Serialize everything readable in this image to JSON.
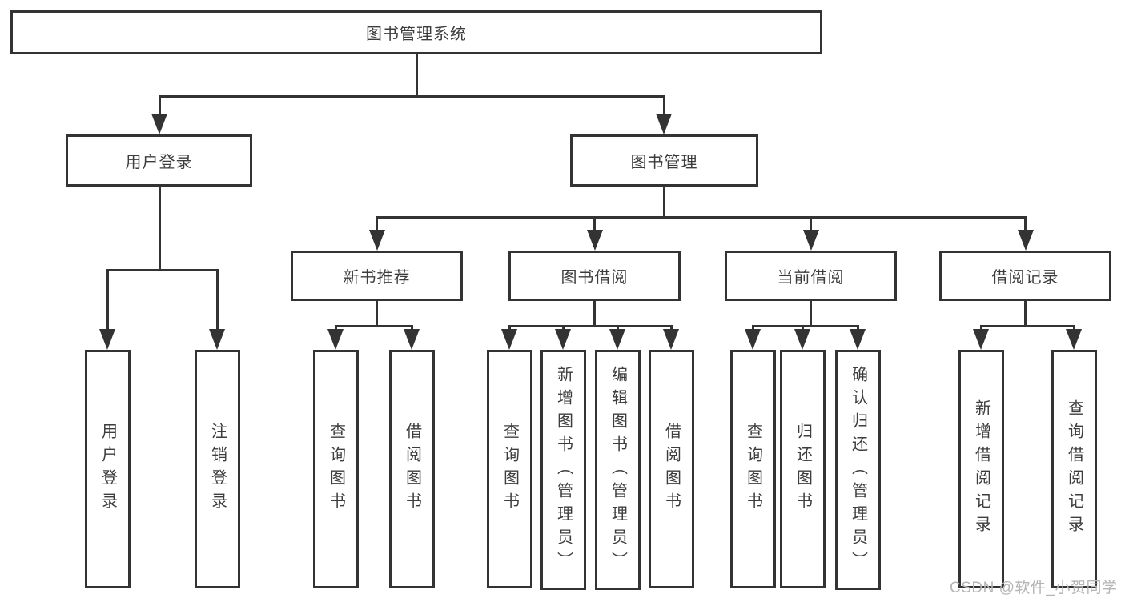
{
  "diagram": {
    "title": "图书管理系统",
    "root": {
      "label": "图书管理系统"
    },
    "level2": {
      "user_login": {
        "label": "用户登录"
      },
      "book_mgmt": {
        "label": "图书管理"
      }
    },
    "level3": {
      "new_book": {
        "label": "新书推荐"
      },
      "book_borrow": {
        "label": "图书借阅"
      },
      "current_borrow": {
        "label": "当前借阅"
      },
      "borrow_record": {
        "label": "借阅记录"
      }
    },
    "leaves": {
      "user_login_1": {
        "label": "用户登录"
      },
      "user_login_2": {
        "label": "注销登录"
      },
      "new_book_1": {
        "label": "查询图书"
      },
      "new_book_2": {
        "label": "借阅图书"
      },
      "book_borrow_1": {
        "label": "查询图书"
      },
      "book_borrow_2": {
        "label": "新增图书（管理员）"
      },
      "book_borrow_3": {
        "label": "编辑图书（管理员）"
      },
      "book_borrow_4": {
        "label": "借阅图书"
      },
      "current_borrow_1": {
        "label": "查询图书"
      },
      "current_borrow_2": {
        "label": "归还图书"
      },
      "current_borrow_3": {
        "label": "确认归还（管理员）"
      },
      "borrow_record_1": {
        "label": "新增借阅记录"
      },
      "borrow_record_2": {
        "label": "查询借阅记录"
      }
    }
  },
  "watermark": {
    "text": "CSDN @软件_小贺同学"
  },
  "colors": {
    "line": "#333333",
    "text": "#3d3d3d",
    "background": "#ffffff",
    "watermark": "#b5b5b5"
  }
}
